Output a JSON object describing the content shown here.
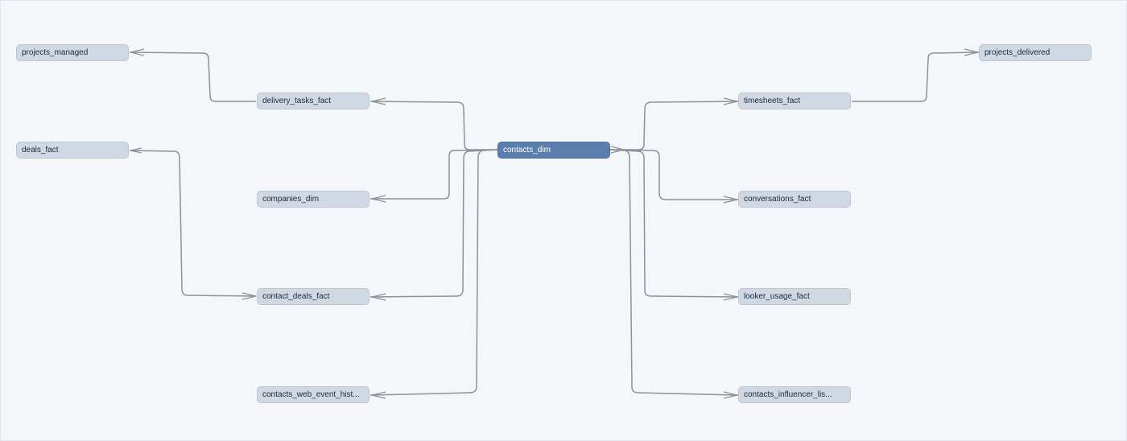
{
  "graph": {
    "central": "contacts_dim",
    "nodes": [
      {
        "id": "projects_managed",
        "label": "projects_managed"
      },
      {
        "id": "deals_fact",
        "label": "deals_fact"
      },
      {
        "id": "delivery_tasks_fact",
        "label": "delivery_tasks_fact"
      },
      {
        "id": "companies_dim",
        "label": "companies_dim"
      },
      {
        "id": "contact_deals_fact",
        "label": "contact_deals_fact"
      },
      {
        "id": "contacts_web_event_hist",
        "label": "contacts_web_event_hist..."
      },
      {
        "id": "contacts_dim",
        "label": "contacts_dim"
      },
      {
        "id": "timesheets_fact",
        "label": "timesheets_fact"
      },
      {
        "id": "conversations_fact",
        "label": "conversations_fact"
      },
      {
        "id": "looker_usage_fact",
        "label": "looker_usage_fact"
      },
      {
        "id": "contacts_influencer_lis",
        "label": "contacts_influencer_lis..."
      },
      {
        "id": "projects_delivered",
        "label": "projects_delivered"
      }
    ],
    "edges": [
      {
        "from": "contacts_dim",
        "to": "delivery_tasks_fact"
      },
      {
        "from": "contacts_dim",
        "to": "companies_dim"
      },
      {
        "from": "contacts_dim",
        "to": "contact_deals_fact"
      },
      {
        "from": "contacts_dim",
        "to": "contacts_web_event_hist"
      },
      {
        "from": "delivery_tasks_fact",
        "to": "projects_managed"
      },
      {
        "from": "contact_deals_fact",
        "to": "deals_fact"
      },
      {
        "from": "contacts_dim",
        "to": "timesheets_fact"
      },
      {
        "from": "contacts_dim",
        "to": "conversations_fact"
      },
      {
        "from": "contacts_dim",
        "to": "looker_usage_fact"
      },
      {
        "from": "contacts_dim",
        "to": "contacts_influencer_lis"
      },
      {
        "from": "timesheets_fact",
        "to": "projects_delivered"
      }
    ]
  },
  "colors": {
    "node_fill": "#cfd8e3",
    "central_fill": "#5a7fad",
    "edge": "#8d9299",
    "background": "#f4f6f9"
  }
}
